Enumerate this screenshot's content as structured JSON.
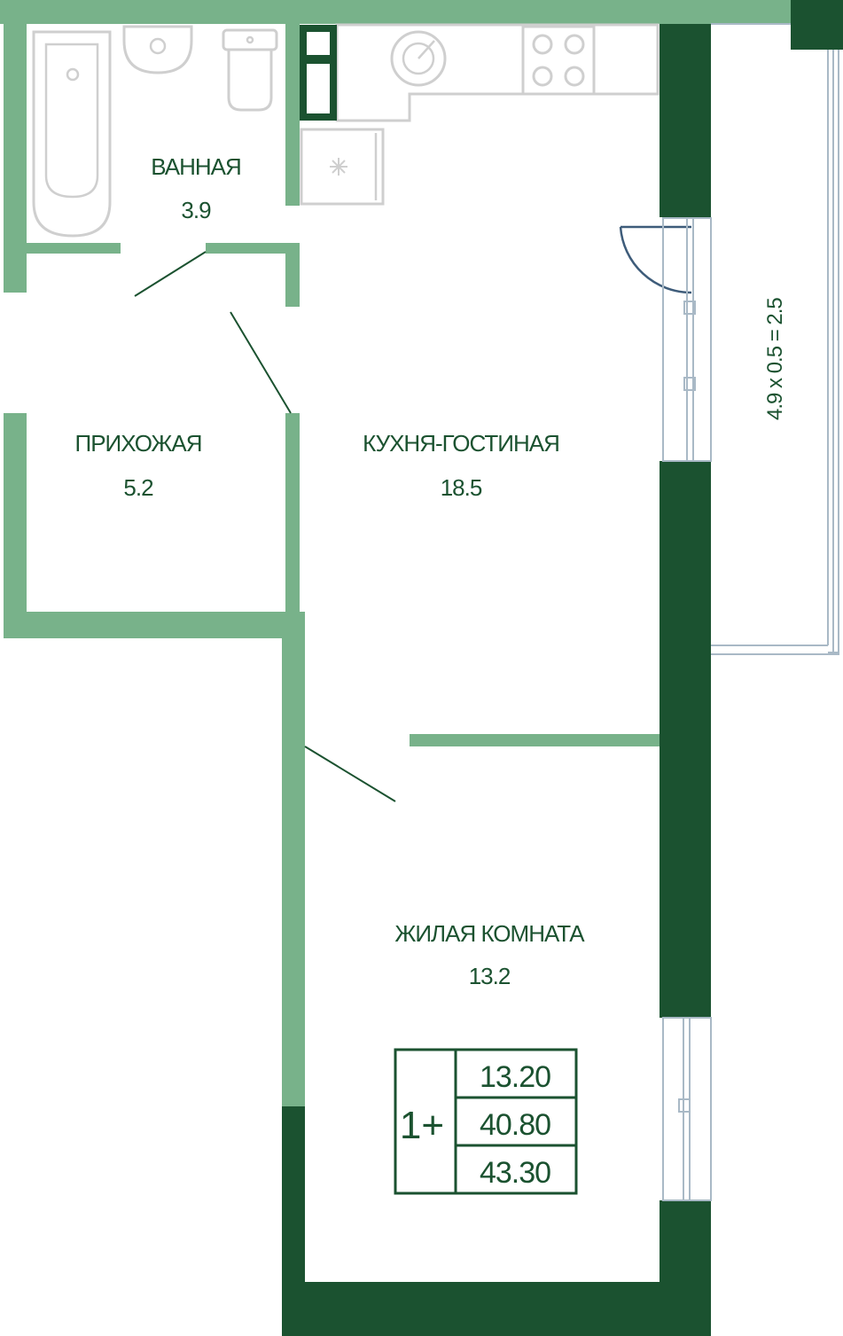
{
  "rooms": {
    "bathroom": {
      "name": "ВАННАЯ",
      "area": "3.9"
    },
    "hallway": {
      "name": "ПРИХОЖАЯ",
      "area": "5.2"
    },
    "kitchen_living": {
      "name": "КУХНЯ-ГОСТИНАЯ",
      "area": "18.5"
    },
    "living_room": {
      "name": "ЖИЛАЯ КОМНАТА",
      "area": "13.2"
    }
  },
  "balcony": {
    "dimension": "4.9 x 0.5 = 2.5"
  },
  "summary": {
    "type": "1+",
    "living_area": "13.20",
    "total_area": "40.80",
    "total_with_balcony": "43.30"
  },
  "colors": {
    "wall_light": "#78b28a",
    "wall_dark": "#1b5230",
    "fixture": "#cfcfcf",
    "window": "#a9b9c6",
    "text": "#1b5230"
  },
  "icons": [
    "bathtub-icon",
    "washbasin-icon",
    "toilet-icon",
    "kitchen-sink-icon",
    "stove-icon",
    "fridge-icon",
    "snowflake-icon"
  ]
}
